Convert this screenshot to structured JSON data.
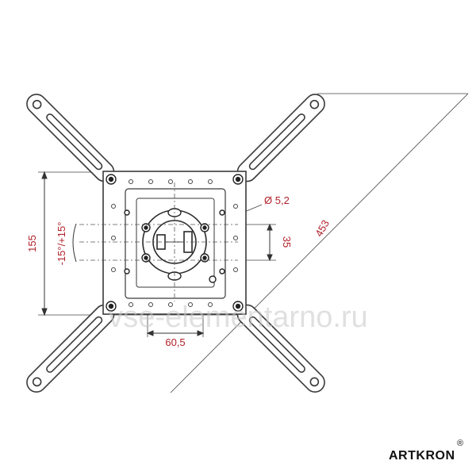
{
  "dimensions": {
    "height": "155",
    "tilt": "-15°/+15°",
    "hole": "Ø 5,2",
    "slot_spacing": "35",
    "diagonal": "453",
    "center_spacing": "60,5"
  },
  "watermark": "vse-elementarno.ru",
  "brand": {
    "name": "ARTKRON",
    "registered": "®"
  },
  "colors": {
    "line": "#3a3a3a",
    "dimension": "#b0222b",
    "watermark": "#c8c8c8"
  }
}
